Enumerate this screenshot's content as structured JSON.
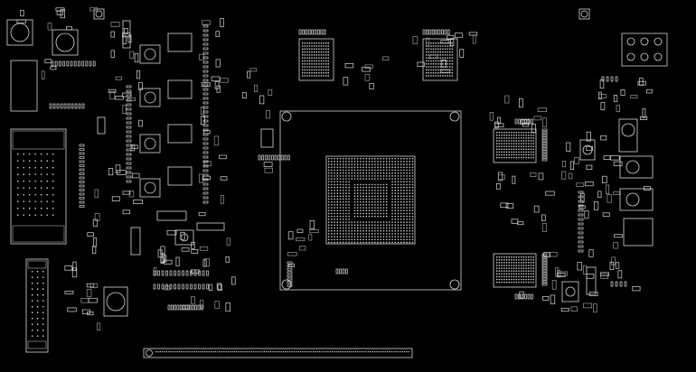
{
  "canvas": {
    "background": "#000000",
    "stroke": "#d9d9d9",
    "stroke_dim": "#9a9a9a"
  },
  "layout_style": "pcb-silkscreen-outline",
  "components": {
    "main_bga": {
      "type": "bga",
      "ball_grid": [
        30,
        30
      ],
      "depop_center": true
    },
    "dram_top_left": {
      "type": "fbga",
      "ball_grid": [
        12,
        8
      ]
    },
    "dram_top_right": {
      "type": "fbga",
      "ball_grid": [
        12,
        8
      ]
    },
    "dram_right_top": {
      "type": "fbga",
      "ball_grid": [
        14,
        6
      ]
    },
    "dram_right_bottom": {
      "type": "fbga",
      "ball_grid": [
        14,
        6
      ]
    },
    "usb_connector": {
      "type": "connector",
      "pins": 40
    },
    "vga_connector": {
      "type": "dsub",
      "pins": 15
    },
    "edge_connector": {
      "type": "edge",
      "pins": 120
    },
    "power_connector": {
      "type": "header",
      "pins": 6
    }
  }
}
